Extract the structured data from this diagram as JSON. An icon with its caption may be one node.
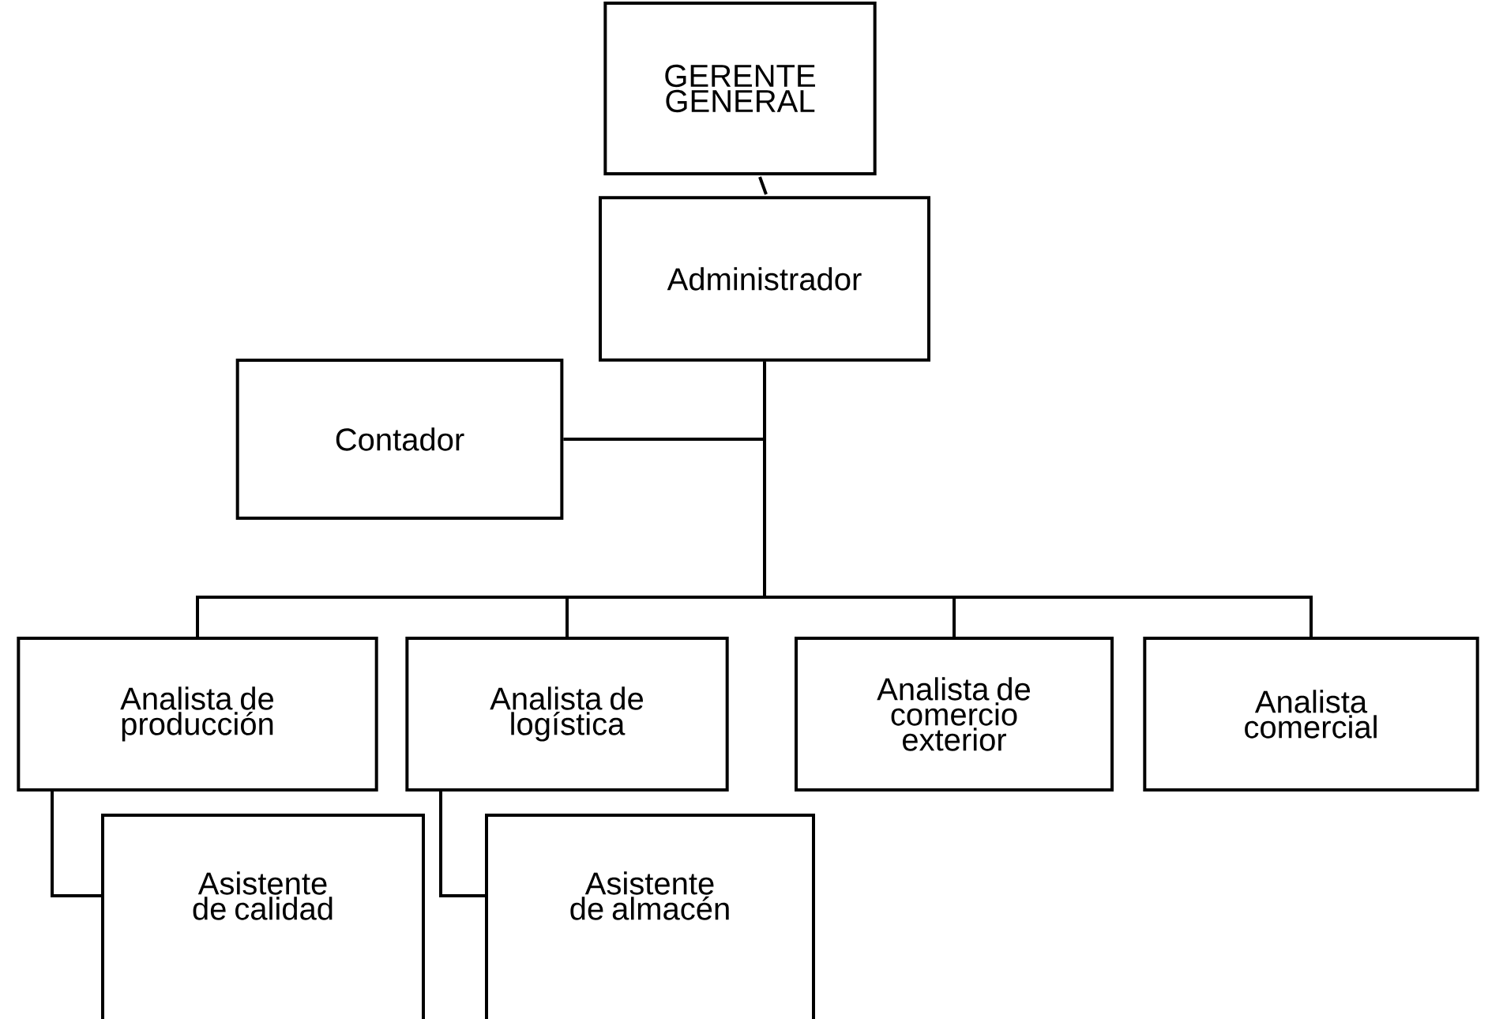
{
  "diagram": {
    "nodes": [
      {
        "text": [
          "GERENTE GENERAL"
        ]
      },
      {
        "text": [
          "Administrador"
        ]
      },
      {
        "text": [
          "Contador"
        ]
      },
      {
        "text": [
          "Analista de producción"
        ]
      },
      {
        "text": [
          "Analista de logística"
        ]
      },
      {
        "text": [
          "Analista de comercio exterior"
        ]
      },
      {
        "text": [
          "Analista comercial"
        ]
      },
      {
        "text": [
          "Asistente de calidad"
        ]
      },
      {
        "text": [
          "Asistente de almacén"
        ]
      }
    ],
    "edges": [
      {
        "from": 0,
        "to": 1,
        "arrow": "none"
      },
      {
        "from": 1,
        "to": 2,
        "arrow": "none"
      },
      {
        "from": 1,
        "to": 3,
        "arrow": "none"
      },
      {
        "from": 1,
        "to": 4,
        "arrow": "none"
      },
      {
        "from": 1,
        "to": 5,
        "arrow": "none"
      },
      {
        "from": 1,
        "to": 6,
        "arrow": "none"
      },
      {
        "from": 3,
        "to": 7,
        "arrow": "none"
      },
      {
        "from": 4,
        "to": 8,
        "arrow": "none"
      }
    ]
  }
}
